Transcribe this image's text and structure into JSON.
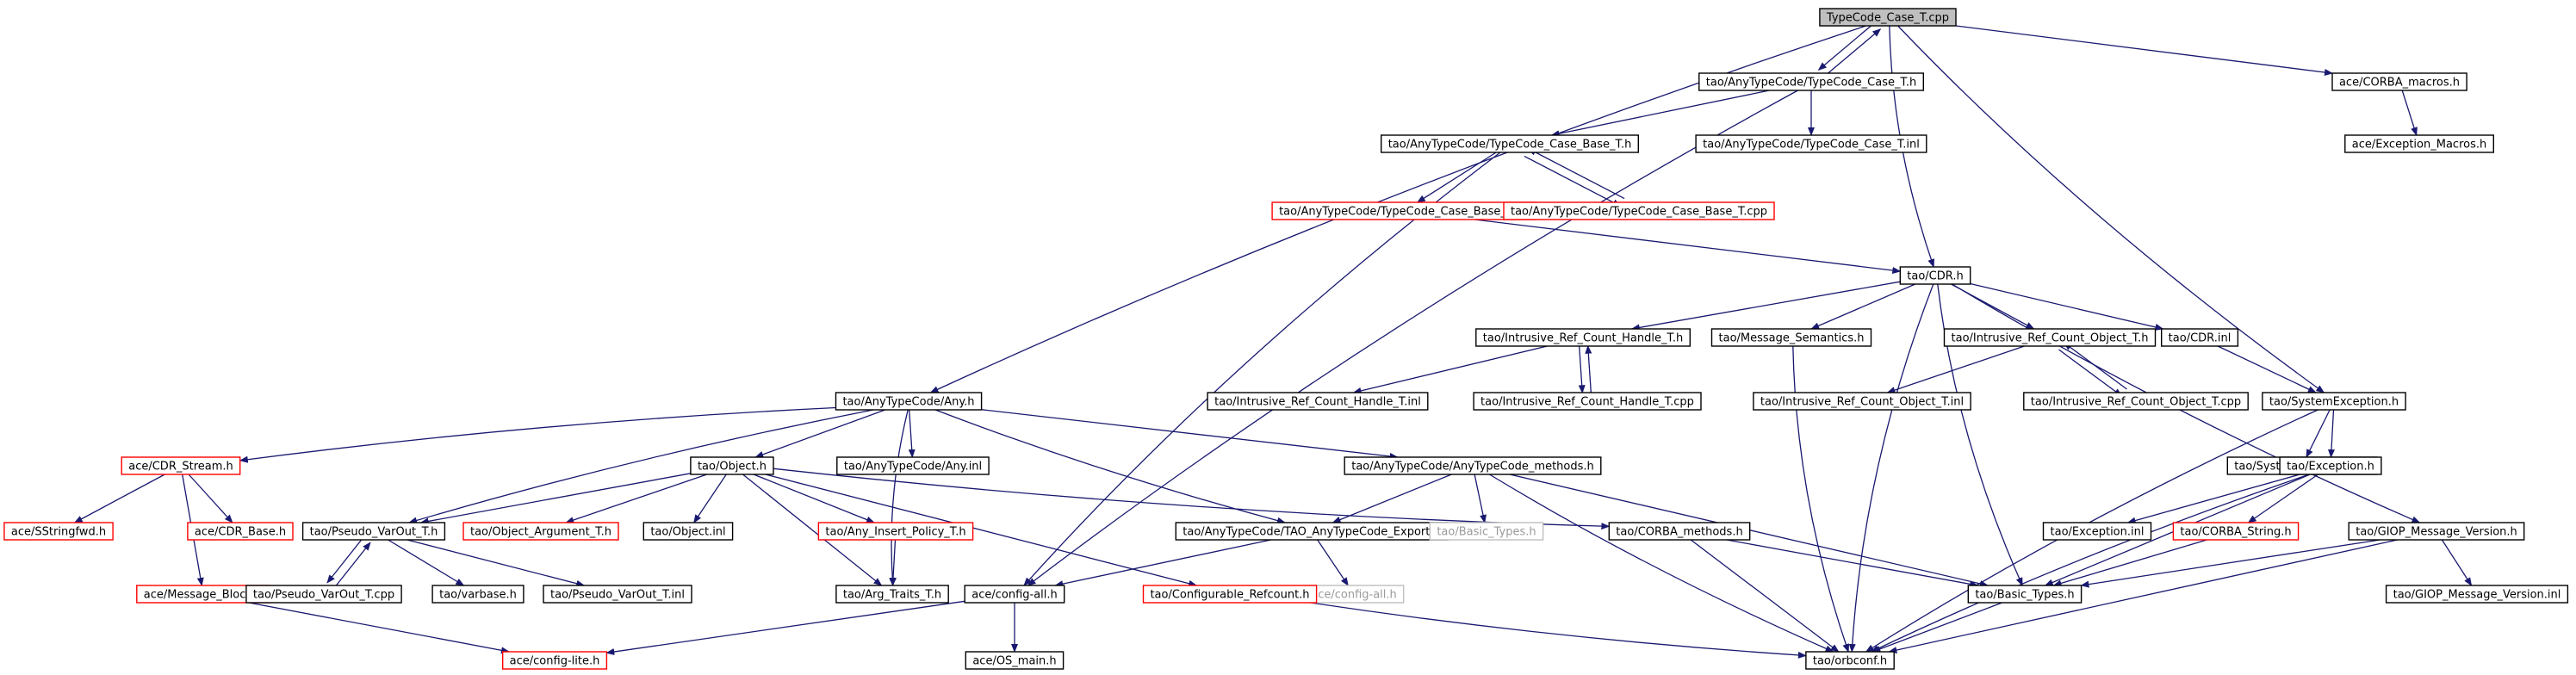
{
  "colors": {
    "edge": "#191970",
    "box_default": "#000000",
    "box_undocumented": "#ff0000",
    "box_unresolved": "#bfbfbf",
    "root_fill": "#bfbfbf",
    "text": "#000000",
    "text_unresolved": "#9a9a9a"
  },
  "nodes": [
    {
      "id": "root",
      "label": "TypeCode_Case_T.cpp",
      "type": "root"
    },
    {
      "id": "tcct_h",
      "label": "tao/AnyTypeCode/TypeCode_Case_T.h",
      "type": "normal"
    },
    {
      "id": "corba_macros",
      "label": "ace/CORBA_macros.h",
      "type": "normal"
    },
    {
      "id": "exc_macros",
      "label": "ace/Exception_Macros.h",
      "type": "normal"
    },
    {
      "id": "tccbase_h",
      "label": "tao/AnyTypeCode/TypeCode_Case_Base_T.h",
      "type": "normal"
    },
    {
      "id": "tcct_inl",
      "label": "tao/AnyTypeCode/TypeCode_Case_T.inl",
      "type": "normal"
    },
    {
      "id": "tccbase_inl",
      "label": "tao/AnyTypeCode/TypeCode_Case_Base_T.inl",
      "type": "red"
    },
    {
      "id": "tccbase_cpp",
      "label": "tao/AnyTypeCode/TypeCode_Case_Base_T.cpp",
      "type": "red"
    },
    {
      "id": "cdr_h",
      "label": "tao/CDR.h",
      "type": "normal"
    },
    {
      "id": "irch_h",
      "label": "tao/Intrusive_Ref_Count_Handle_T.h",
      "type": "normal"
    },
    {
      "id": "msgsem",
      "label": "tao/Message_Semantics.h",
      "type": "normal"
    },
    {
      "id": "irco_h",
      "label": "tao/Intrusive_Ref_Count_Object_T.h",
      "type": "normal"
    },
    {
      "id": "cdr_inl",
      "label": "tao/CDR.inl",
      "type": "normal"
    },
    {
      "id": "irch_inl",
      "label": "tao/Intrusive_Ref_Count_Handle_T.inl",
      "type": "normal"
    },
    {
      "id": "irch_cpp",
      "label": "tao/Intrusive_Ref_Count_Handle_T.cpp",
      "type": "normal"
    },
    {
      "id": "irco_inl",
      "label": "tao/Intrusive_Ref_Count_Object_T.inl",
      "type": "normal"
    },
    {
      "id": "irco_cpp",
      "label": "tao/Intrusive_Ref_Count_Object_T.cpp",
      "type": "normal"
    },
    {
      "id": "sysexc_h",
      "label": "tao/SystemException.h",
      "type": "normal"
    },
    {
      "id": "sysexc_inl",
      "label": "tao/SystemException.inl",
      "type": "normal"
    },
    {
      "id": "exc_h",
      "label": "tao/Exception.h",
      "type": "normal"
    },
    {
      "id": "exc_inl",
      "label": "tao/Exception.inl",
      "type": "normal"
    },
    {
      "id": "corba_string",
      "label": "tao/CORBA_String.h",
      "type": "red"
    },
    {
      "id": "giop_h",
      "label": "tao/GIOP_Message_Version.h",
      "type": "normal"
    },
    {
      "id": "giop_inl",
      "label": "tao/GIOP_Message_Version.inl",
      "type": "normal"
    },
    {
      "id": "any_h",
      "label": "tao/AnyTypeCode/Any.h",
      "type": "normal"
    },
    {
      "id": "cdr_stream",
      "label": "ace/CDR_Stream.h",
      "type": "red"
    },
    {
      "id": "sstringfwd",
      "label": "ace/SStringfwd.h",
      "type": "red"
    },
    {
      "id": "cdr_base",
      "label": "ace/CDR_Base.h",
      "type": "red"
    },
    {
      "id": "msg_block",
      "label": "ace/Message_Block.h",
      "type": "red"
    },
    {
      "id": "object_h",
      "label": "tao/Object.h",
      "type": "normal"
    },
    {
      "id": "any_inl",
      "label": "tao/AnyTypeCode/Any.inl",
      "type": "normal"
    },
    {
      "id": "pvo_h",
      "label": "tao/Pseudo_VarOut_T.h",
      "type": "normal"
    },
    {
      "id": "pvo_cpp",
      "label": "tao/Pseudo_VarOut_T.cpp",
      "type": "normal"
    },
    {
      "id": "varbase",
      "label": "tao/varbase.h",
      "type": "normal"
    },
    {
      "id": "pvo_inl",
      "label": "tao/Pseudo_VarOut_T.inl",
      "type": "normal"
    },
    {
      "id": "objarg",
      "label": "tao/Object_Argument_T.h",
      "type": "red"
    },
    {
      "id": "obj_inl",
      "label": "tao/Object.inl",
      "type": "normal"
    },
    {
      "id": "anyins",
      "label": "tao/Any_Insert_Policy_T.h",
      "type": "red"
    },
    {
      "id": "argtraits",
      "label": "tao/Arg_Traits_T.h",
      "type": "normal"
    },
    {
      "id": "atc_methods",
      "label": "tao/AnyTypeCode/AnyTypeCode_methods.h",
      "type": "normal"
    },
    {
      "id": "atc_export",
      "label": "tao/AnyTypeCode/TAO_AnyTypeCode_Export.h",
      "type": "normal"
    },
    {
      "id": "basic_grey",
      "label": "tao/Basic_Types.h",
      "type": "grey"
    },
    {
      "id": "corba_methods",
      "label": "tao/CORBA_methods.h",
      "type": "normal"
    },
    {
      "id": "config_all",
      "label": "ace/config-all.h",
      "type": "normal"
    },
    {
      "id": "config_all_grey",
      "label": "ace/config-all.h",
      "type": "grey"
    },
    {
      "id": "conf_ref",
      "label": "tao/Configurable_Refcount.h",
      "type": "red"
    },
    {
      "id": "basic_types",
      "label": "tao/Basic_Types.h",
      "type": "normal"
    },
    {
      "id": "config_lite",
      "label": "ace/config-lite.h",
      "type": "red"
    },
    {
      "id": "os_main",
      "label": "ace/OS_main.h",
      "type": "normal"
    },
    {
      "id": "orbconf",
      "label": "tao/orbconf.h",
      "type": "normal"
    }
  ],
  "edges": [
    [
      "root",
      "tcct_h"
    ],
    [
      "root",
      "corba_macros"
    ],
    [
      "root",
      "any_h"
    ],
    [
      "root",
      "cdr_h"
    ],
    [
      "root",
      "sysexc_h"
    ],
    [
      "tcct_h",
      "root"
    ],
    [
      "tcct_h",
      "tccbase_h"
    ],
    [
      "tcct_h",
      "tcct_inl"
    ],
    [
      "tcct_h",
      "config_all"
    ],
    [
      "corba_macros",
      "exc_macros"
    ],
    [
      "tccbase_h",
      "tccbase_inl"
    ],
    [
      "tccbase_h",
      "tccbase_cpp"
    ],
    [
      "tccbase_h",
      "config_all"
    ],
    [
      "tccbase_cpp",
      "tccbase_h"
    ],
    [
      "tccbase_inl",
      "cdr_h"
    ],
    [
      "cdr_h",
      "irch_h"
    ],
    [
      "cdr_h",
      "msgsem"
    ],
    [
      "cdr_h",
      "irco_h"
    ],
    [
      "cdr_h",
      "cdr_inl"
    ],
    [
      "cdr_h",
      "giop_h"
    ],
    [
      "cdr_h",
      "basic_types"
    ],
    [
      "cdr_h",
      "orbconf"
    ],
    [
      "irch_h",
      "irch_inl"
    ],
    [
      "irch_h",
      "irch_cpp"
    ],
    [
      "irch_cpp",
      "irch_h"
    ],
    [
      "irco_h",
      "irco_inl"
    ],
    [
      "irco_h",
      "irco_cpp"
    ],
    [
      "irco_cpp",
      "irco_h"
    ],
    [
      "msgsem",
      "orbconf"
    ],
    [
      "cdr_inl",
      "sysexc_h"
    ],
    [
      "sysexc_h",
      "sysexc_inl"
    ],
    [
      "sysexc_h",
      "exc_h"
    ],
    [
      "sysexc_h",
      "orbconf"
    ],
    [
      "exc_h",
      "exc_inl"
    ],
    [
      "exc_h",
      "corba_string"
    ],
    [
      "exc_h",
      "basic_types"
    ],
    [
      "exc_h",
      "orbconf"
    ],
    [
      "corba_string",
      "basic_types"
    ],
    [
      "giop_h",
      "giop_inl"
    ],
    [
      "giop_h",
      "basic_types"
    ],
    [
      "giop_h",
      "orbconf"
    ],
    [
      "any_h",
      "cdr_stream"
    ],
    [
      "any_h",
      "object_h"
    ],
    [
      "any_h",
      "any_inl"
    ],
    [
      "any_h",
      "pvo_h"
    ],
    [
      "any_h",
      "atc_methods"
    ],
    [
      "any_h",
      "atc_export"
    ],
    [
      "any_h",
      "argtraits"
    ],
    [
      "cdr_stream",
      "sstringfwd"
    ],
    [
      "cdr_stream",
      "cdr_base"
    ],
    [
      "cdr_stream",
      "msg_block"
    ],
    [
      "msg_block",
      "config_lite"
    ],
    [
      "object_h",
      "pvo_h"
    ],
    [
      "object_h",
      "objarg"
    ],
    [
      "object_h",
      "obj_inl"
    ],
    [
      "object_h",
      "anyins"
    ],
    [
      "object_h",
      "argtraits"
    ],
    [
      "object_h",
      "corba_methods"
    ],
    [
      "object_h",
      "conf_ref"
    ],
    [
      "pvo_h",
      "pvo_cpp"
    ],
    [
      "pvo_h",
      "varbase"
    ],
    [
      "pvo_h",
      "pvo_inl"
    ],
    [
      "pvo_cpp",
      "pvo_h"
    ],
    [
      "anyins",
      "argtraits"
    ],
    [
      "atc_methods",
      "atc_export"
    ],
    [
      "atc_methods",
      "basic_grey"
    ],
    [
      "atc_methods",
      "basic_types"
    ],
    [
      "atc_methods",
      "orbconf"
    ],
    [
      "atc_export",
      "config_all"
    ],
    [
      "atc_export",
      "config_all_grey"
    ],
    [
      "corba_methods",
      "basic_types"
    ],
    [
      "corba_methods",
      "orbconf"
    ],
    [
      "config_all",
      "config_lite"
    ],
    [
      "config_all",
      "os_main"
    ],
    [
      "conf_ref",
      "orbconf"
    ],
    [
      "basic_types",
      "orbconf"
    ]
  ]
}
